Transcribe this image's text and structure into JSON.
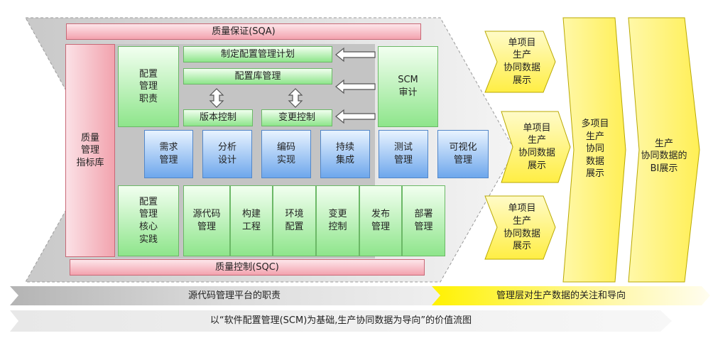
{
  "quality_assurance": "质量保证(SQA)",
  "quality_control": "质量控制(SQC)",
  "quality_index": "质量\n管理\n指标库",
  "config_duty": "配置\n管理\n职责",
  "plan": "制定配置管理计划",
  "repo_mgmt": "配置库管理",
  "version_control": "版本控制",
  "change_control": "变更控制",
  "scm_audit": "SCM\n审计",
  "process": [
    "需求\n管理",
    "分析\n设计",
    "编码\n实现",
    "持续\n集成",
    "测试\n管理",
    "可视化\n管理"
  ],
  "core_practice": "配置\n管理\n核心\n实践",
  "practices": [
    "源代码\n管理",
    "构建\n工程",
    "环境\n配置",
    "变更\n控制",
    "发布\n管理",
    "部署\n管理"
  ],
  "single_project": [
    "单项目\n生产\n协同数据\n展示",
    "单项目\n生产\n协同数据\n展示",
    "单项目\n生产\n协同数据\n展示"
  ],
  "multi_project": "多项目\n生产\n协同\n数据\n展示",
  "bi_display": "生产\n协同数据的\nBI展示",
  "bottom_gray": "源代码管理平台的职责",
  "bottom_yellow": "管理层对生产数据的关注和导向",
  "bottom_main": "以“软件配置管理(SCM)为基础,生产协同数据为导向”的价值流图"
}
